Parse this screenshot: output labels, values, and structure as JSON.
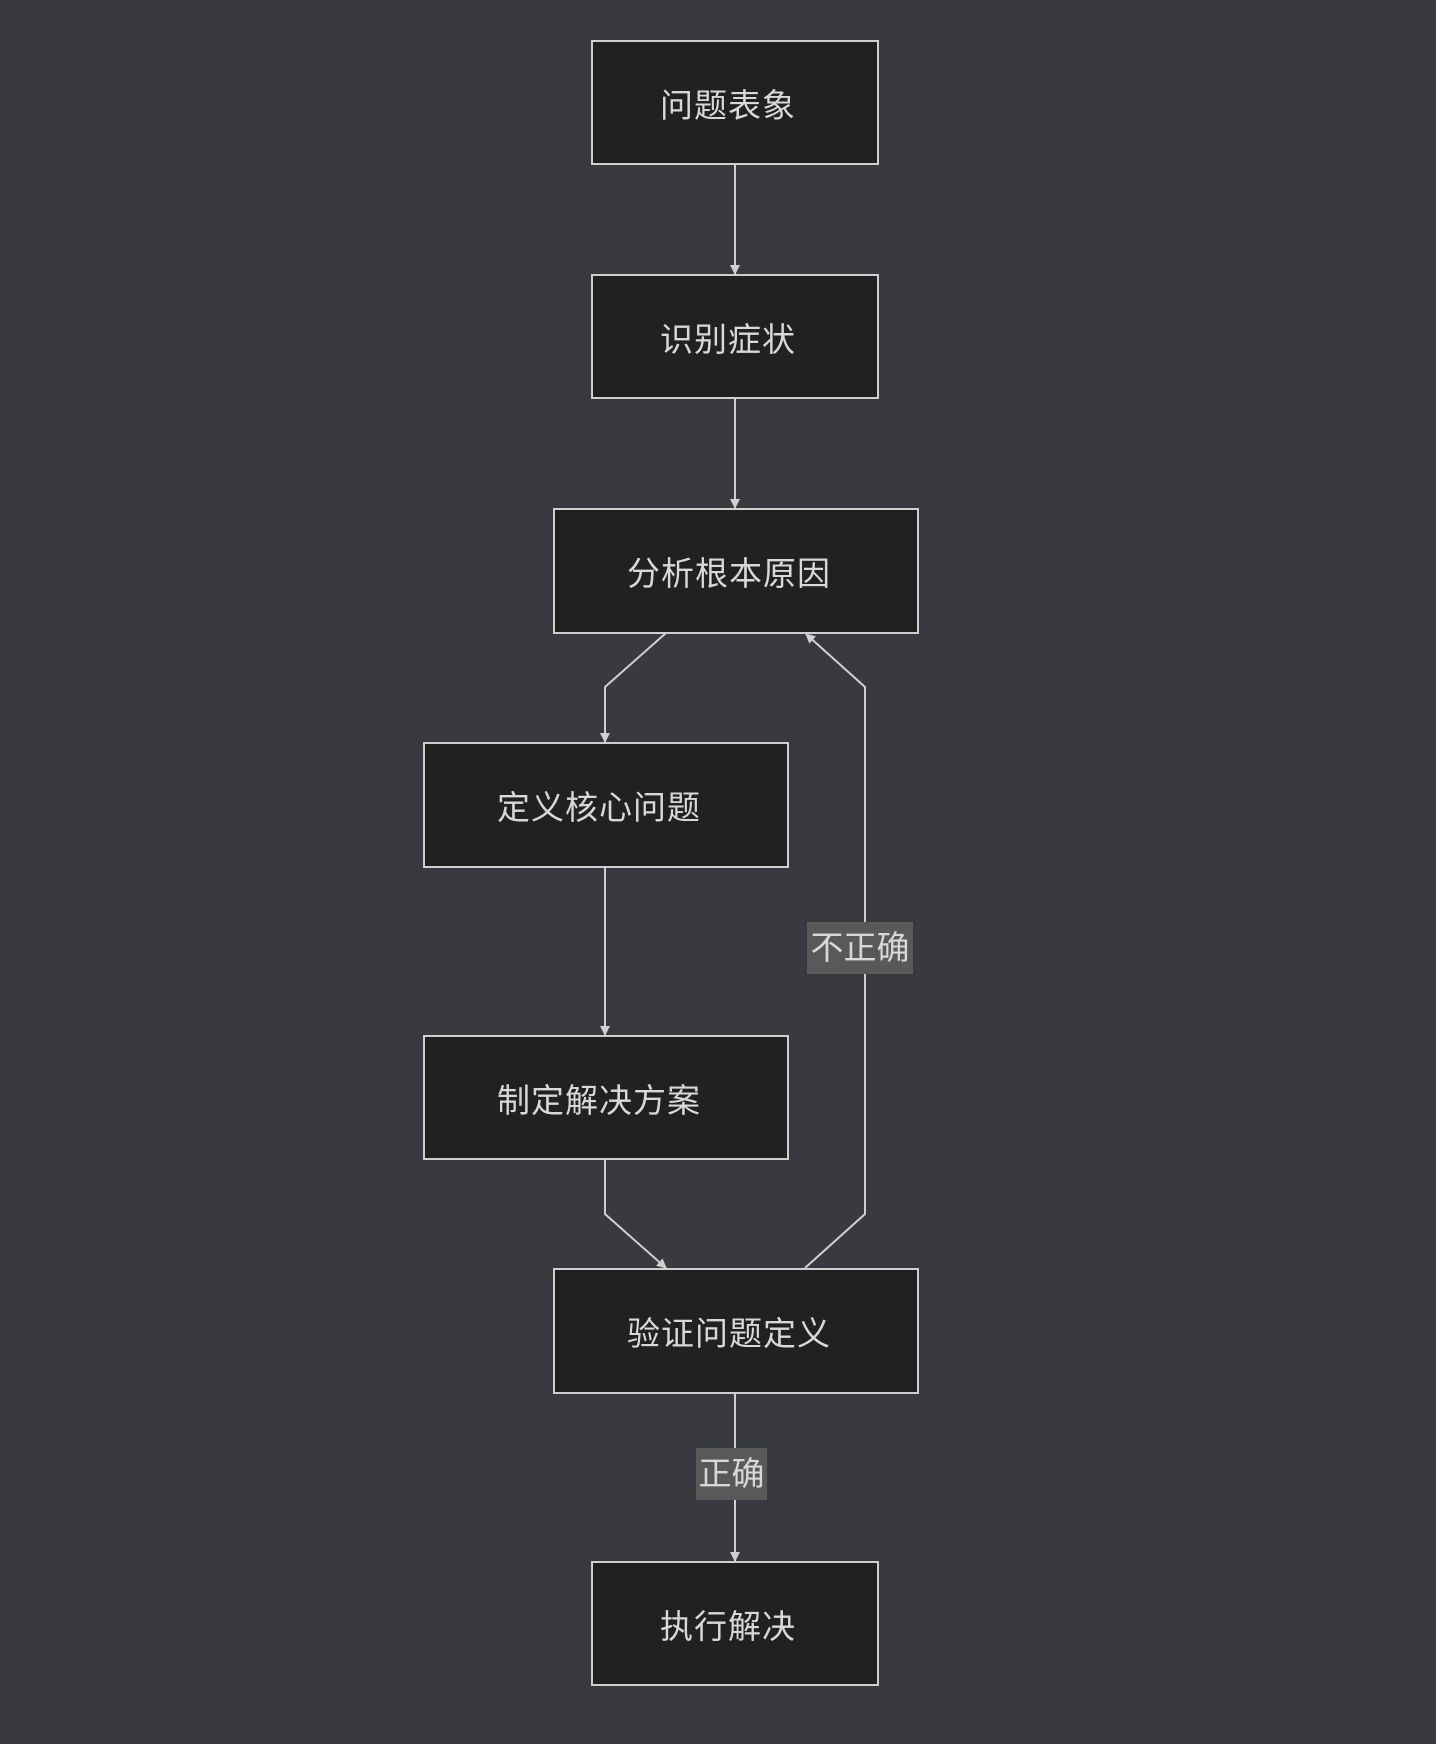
{
  "diagram": {
    "type": "flowchart",
    "nodes": [
      {
        "id": "n1",
        "label": "问题表象"
      },
      {
        "id": "n2",
        "label": "识别症状"
      },
      {
        "id": "n3",
        "label": "分析根本原因"
      },
      {
        "id": "n4",
        "label": "定义核心问题"
      },
      {
        "id": "n5",
        "label": "制定解决方案"
      },
      {
        "id": "n6",
        "label": "验证问题定义"
      },
      {
        "id": "n7",
        "label": "执行解决"
      }
    ],
    "edges": [
      {
        "from": "n1",
        "to": "n2",
        "label": ""
      },
      {
        "from": "n2",
        "to": "n3",
        "label": ""
      },
      {
        "from": "n3",
        "to": "n4",
        "label": ""
      },
      {
        "from": "n4",
        "to": "n5",
        "label": ""
      },
      {
        "from": "n5",
        "to": "n6",
        "label": ""
      },
      {
        "from": "n6",
        "to": "n3",
        "label": "不正确"
      },
      {
        "from": "n6",
        "to": "n7",
        "label": "正确"
      }
    ],
    "colors": {
      "background": "#383a40",
      "node_fill": "#202121",
      "node_stroke": "#cfcfcf",
      "edge": "#d0d0d0",
      "label_bg": "#595959",
      "text": "#d8d8d8"
    }
  }
}
